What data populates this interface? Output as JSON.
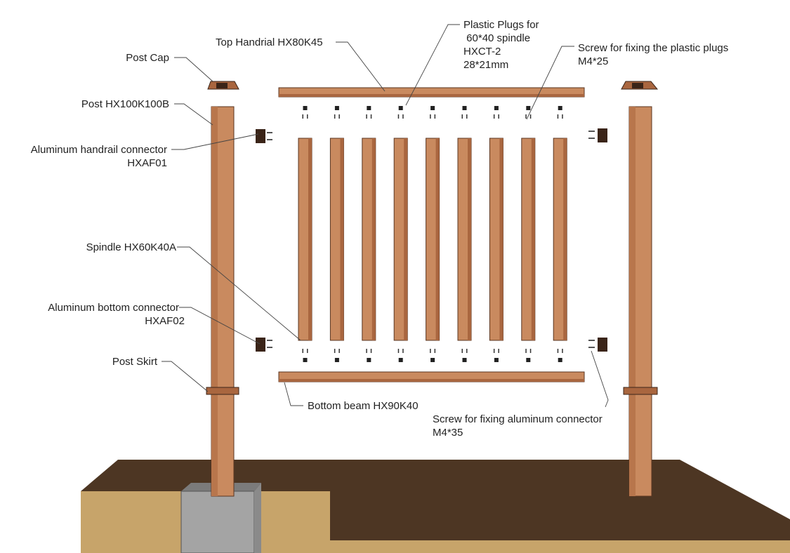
{
  "colors": {
    "wood": "#c98a5f",
    "wood_dark": "#a9663f",
    "wood_edge": "#5a3520",
    "cap": "#3a2418",
    "ground_top": "#4d3623",
    "ground_side": "#c7a46a",
    "concrete": "#a4a4a4",
    "leader": "#444444"
  },
  "labels": {
    "top_handrail": "Top Handrial HX80K45",
    "plastic_plugs": [
      "Plastic Plugs for",
      " 60*40 spindle",
      "HXCT-2",
      "28*21mm"
    ],
    "screw_plugs": [
      "Screw for fixing the plastic plugs",
      "M4*25"
    ],
    "post_cap": "Post Cap",
    "post": "Post HX100K100B",
    "handrail_connector": [
      "Aluminum handrail connector",
      "HXAF01"
    ],
    "spindle": "Spindle HX60K40A",
    "bottom_connector": [
      "Aluminum bottom connector",
      "HXAF02"
    ],
    "post_skirt": "Post Skirt",
    "bottom_beam": "Bottom beam HX90K40",
    "screw_connector": [
      "Screw for fixing aluminum connector",
      "M4*35"
    ]
  },
  "spindle_count": 9
}
